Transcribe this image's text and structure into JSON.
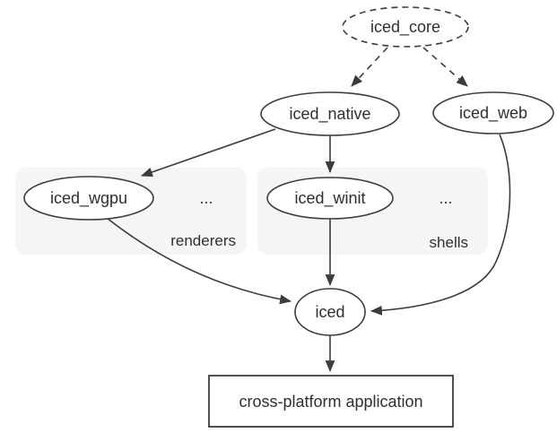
{
  "diagram": {
    "nodes": {
      "iced_core": {
        "label": "iced_core",
        "shape": "ellipse",
        "border": "dashed"
      },
      "iced_native": {
        "label": "iced_native",
        "shape": "ellipse",
        "border": "solid"
      },
      "iced_web": {
        "label": "iced_web",
        "shape": "ellipse",
        "border": "solid"
      },
      "iced_wgpu": {
        "label": "iced_wgpu",
        "shape": "ellipse",
        "border": "solid"
      },
      "iced_winit": {
        "label": "iced_winit",
        "shape": "ellipse",
        "border": "solid"
      },
      "iced": {
        "label": "iced",
        "shape": "ellipse",
        "border": "solid"
      },
      "application": {
        "label": "cross-platform application",
        "shape": "rect",
        "border": "solid"
      }
    },
    "groups": {
      "renderers": {
        "label": "renderers",
        "ellipsis": "...",
        "members": [
          "iced_wgpu"
        ]
      },
      "shells": {
        "label": "shells",
        "ellipsis": "...",
        "members": [
          "iced_winit"
        ]
      }
    },
    "edges": [
      {
        "from": "iced_core",
        "to": "iced_native",
        "style": "dashed"
      },
      {
        "from": "iced_core",
        "to": "iced_web",
        "style": "dashed"
      },
      {
        "from": "iced_native",
        "to": "iced_wgpu",
        "style": "solid"
      },
      {
        "from": "iced_native",
        "to": "iced_winit",
        "style": "solid"
      },
      {
        "from": "iced_winit",
        "to": "iced",
        "style": "solid"
      },
      {
        "from": "iced_wgpu",
        "to": "iced",
        "style": "solid"
      },
      {
        "from": "iced_web",
        "to": "iced",
        "style": "solid"
      },
      {
        "from": "iced",
        "to": "application",
        "style": "solid"
      }
    ],
    "colors": {
      "stroke": "#3c3c3c",
      "text": "#2f2f2f",
      "group_fill": "#f4f5f7",
      "group_label": "#1a73e8",
      "background": "#ffffff"
    }
  }
}
